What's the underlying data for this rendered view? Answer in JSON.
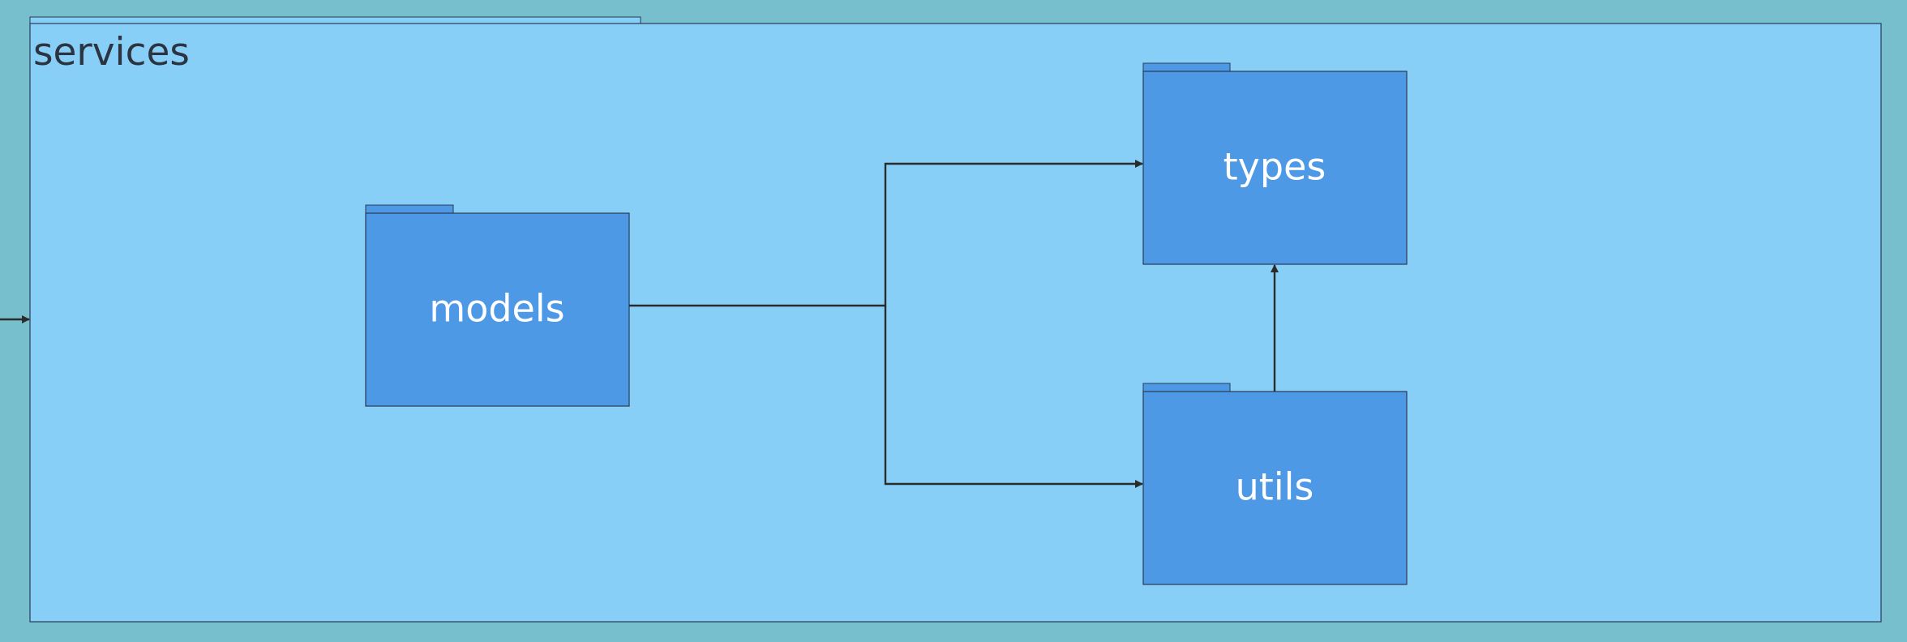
{
  "diagram": {
    "type": "package-diagram",
    "colors": {
      "background": "#77bfcc",
      "container_fill": "#87cff7",
      "package_fill": "#4d99e6",
      "border": "#2a3a55",
      "edge": "#2b2b2b",
      "container_text": "#2b3440",
      "package_text": "#ffffff"
    },
    "container": {
      "label": "services"
    },
    "packages": {
      "models": {
        "label": "models"
      },
      "types": {
        "label": "types"
      },
      "utils": {
        "label": "utils"
      }
    },
    "edges": [
      {
        "from": "external",
        "to": "services"
      },
      {
        "from": "models",
        "to": "types"
      },
      {
        "from": "models",
        "to": "utils"
      },
      {
        "from": "utils",
        "to": "types"
      }
    ]
  }
}
